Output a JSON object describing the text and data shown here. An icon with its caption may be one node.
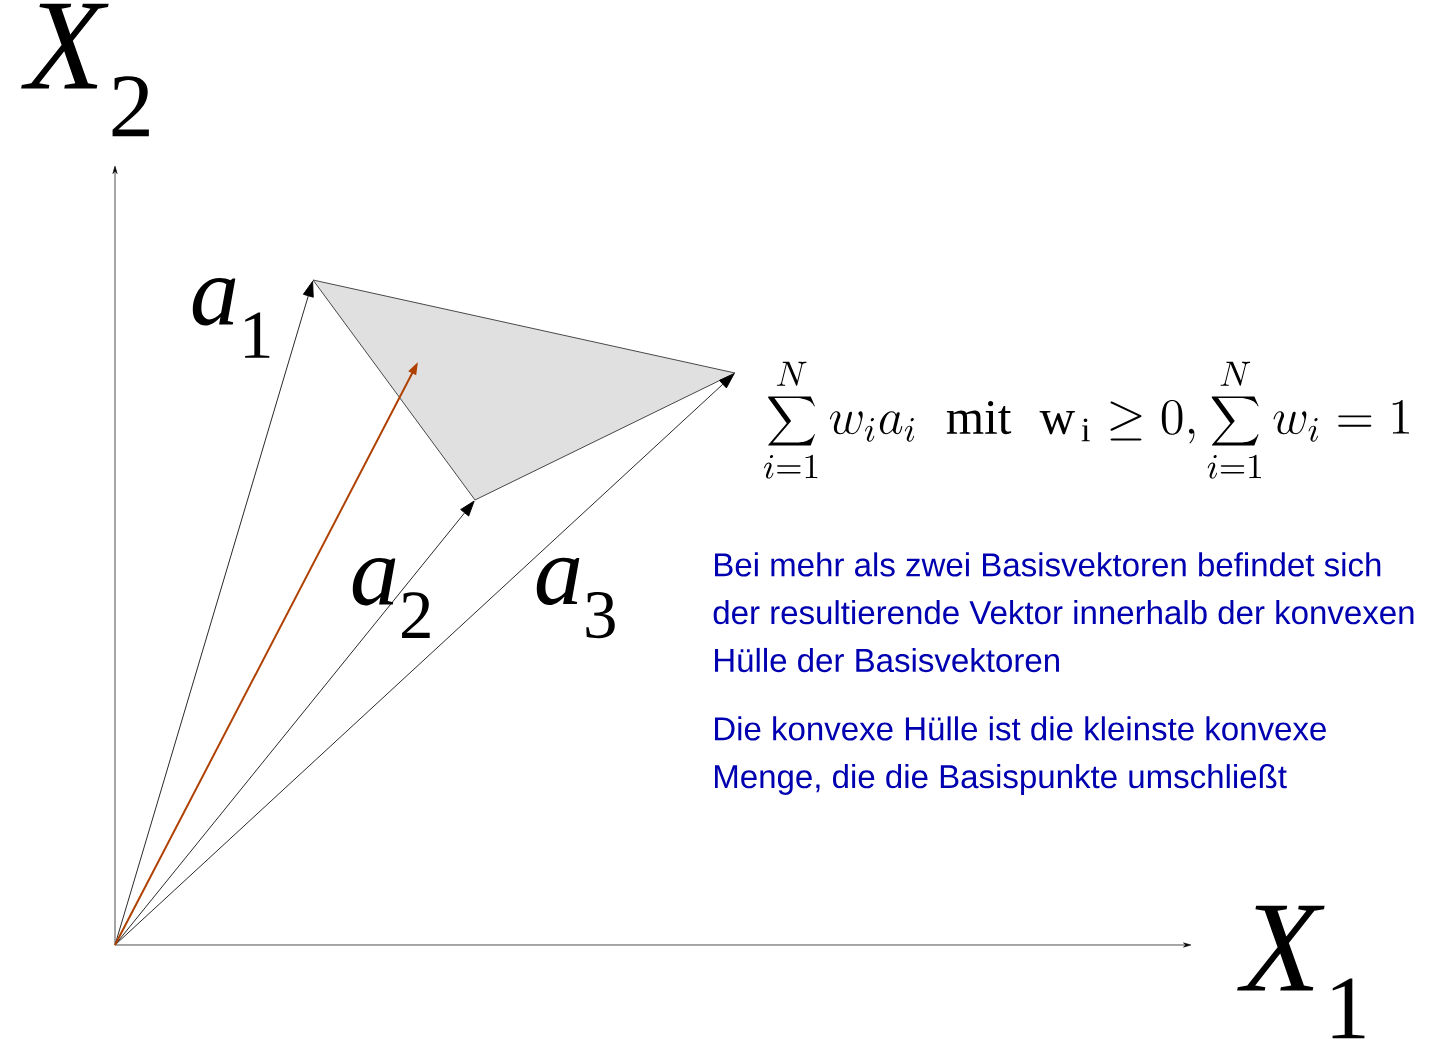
{
  "diagram": {
    "labels": [
      "*X*$_{2}$",
      "*a*$_{1}$",
      "\\sum_{i=1}^{N} w_i a_i \\;\\;\\mathrm{mit}\\;\\; \\mathrm{w}_{\\,\\mathrm{i}} \\geq 0, \\sum_{i=1}^{N} w_i = 1",
      "*a*$_{2}$",
      "*a*$_{3}$",
      "Bei mehr als zwei Basisvektoren befindet sich der resultierende Vektor innerhalb der konvexen Hülle der Basisvektoren",
      "Die konvexe Hülle ist die kleinste konvexe Menge, die die Basispunkte umschließt",
      "*X*$_{1}$"
    ]
  }
}
